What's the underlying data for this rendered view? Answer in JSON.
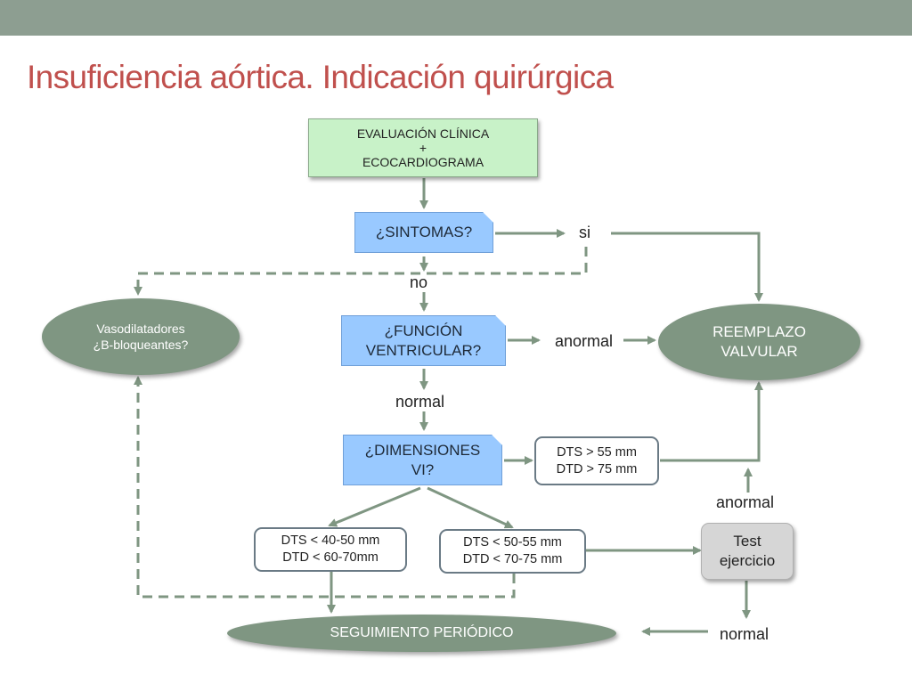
{
  "title": "Insuficiencia aórtica. Indicación quirúrgica",
  "nodes": {
    "evaluacion": {
      "line1": "EVALUACIÓN CLÍNICA",
      "line2": "+",
      "line3": "ECOCARDIOGRAMA"
    },
    "sintomas": {
      "text": "¿SINTOMAS?"
    },
    "funcion": {
      "line1": "¿FUNCIÓN",
      "line2": "VENTRICULAR?"
    },
    "dimensiones": {
      "line1": "¿DIMENSIONES",
      "line2": "VI?"
    },
    "vasodilatadores": {
      "line1": "Vasodilatadores",
      "line2": "¿B-bloqueantes?"
    },
    "reemplazo": {
      "line1": "REEMPLAZO",
      "line2": "VALVULAR"
    },
    "dts_high": {
      "line1": "DTS > 55 mm",
      "line2": "DTD  > 75 mm"
    },
    "dts_low": {
      "line1": "DTS < 40-50 mm",
      "line2": "DTD < 60-70mm"
    },
    "dts_mid": {
      "line1": "DTS < 50-55 mm",
      "line2": "DTD < 70-75 mm"
    },
    "test": {
      "line1": "Test",
      "line2": "ejercicio"
    },
    "seguimiento": {
      "text": "SEGUIMIENTO PERIÓDICO"
    }
  },
  "labels": {
    "si": "si",
    "no": "no",
    "anormal_funcion": "anormal",
    "normal_funcion": "normal",
    "anormal_test": "anormal",
    "normal_test": "normal"
  },
  "colors": {
    "title": "#c0504d",
    "topbar": "#8d9e91",
    "arrow": "#7f9682",
    "green_box": "#c8f2c8",
    "blue_box": "#99c9ff",
    "ellipse": "#7f9682"
  }
}
